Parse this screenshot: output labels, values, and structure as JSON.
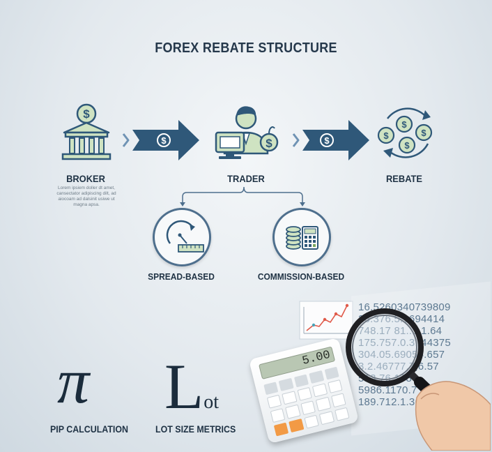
{
  "title": "FOREX REBATE STRUCTURE",
  "nodes": {
    "broker": {
      "label": "BROKER",
      "description_lines": [
        "Lorem ipsiem doller dt amet,",
        "cansectator adipiscing dilt, ad",
        "aiocoam ad dalsinit usiwe ut",
        "magna apsa."
      ]
    },
    "trader": {
      "label": "TRADER"
    },
    "rebate": {
      "label": "REBATE"
    }
  },
  "branches": {
    "spread": {
      "label": "SPREAD-BASED"
    },
    "commission": {
      "label": "COMMISSION-BASED"
    }
  },
  "metrics": {
    "pip": {
      "symbol": "π",
      "label": "PIP CALCULATION"
    },
    "lot": {
      "symbol_main": "L",
      "symbol_sub": "ot",
      "label": "LOT SIZE METRICS"
    }
  },
  "calculator": {
    "display": "5.00"
  },
  "glass_numbers": [
    "16.5260340739809",
    "26.376.5.1694414",
    "748.17 81..1.1.64",
    "175.757.0.3..44375",
    "304.05.69054.657",
    "3.2.46777.7,6.57",
    "513.76  178",
    "5986.1170.7",
    "189.712.1.362"
  ],
  "colors": {
    "navy": "#2f5879",
    "green": "#7aa85f",
    "light_green": "#cfe3c2",
    "dark": "#1f3244"
  },
  "icons": {
    "broker": "bank-icon",
    "trader": "trader-computer-icon",
    "rebate": "cycle-coins-icon",
    "spread": "ruler-arc-icon",
    "commission": "coins-calculator-icon"
  }
}
